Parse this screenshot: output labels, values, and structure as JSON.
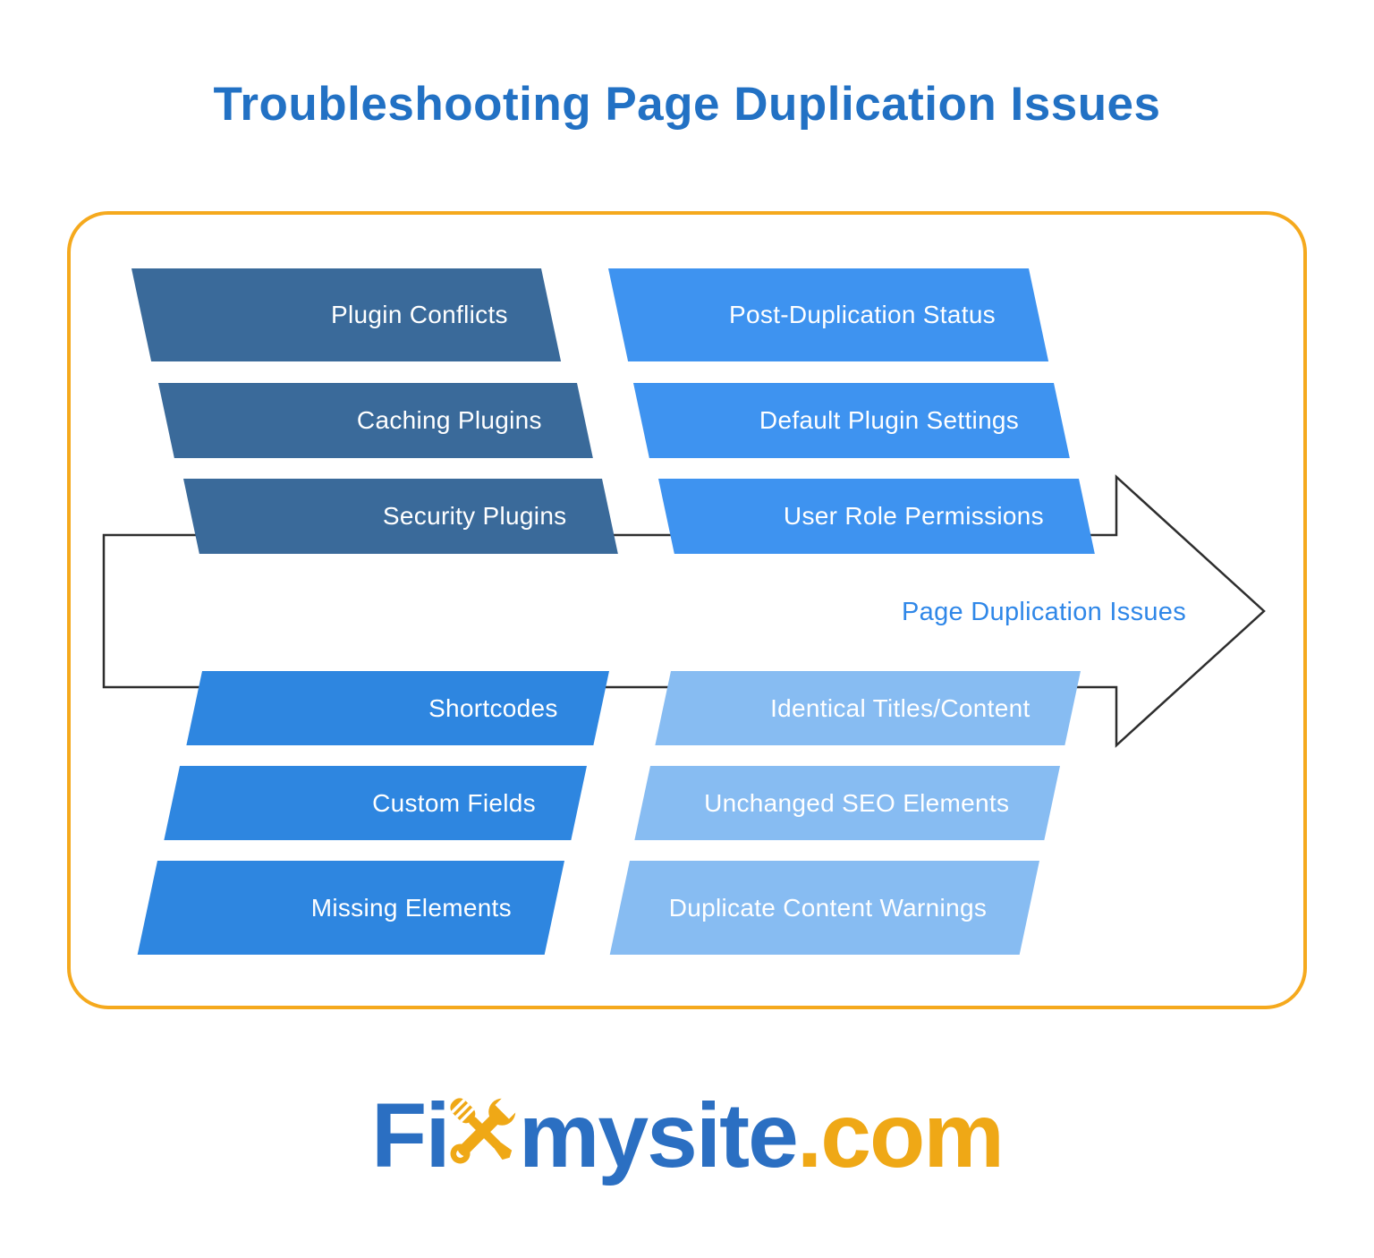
{
  "title": "Troubleshooting Page Duplication Issues",
  "arrow_label": "Page Duplication Issues",
  "groups": {
    "top_left": {
      "color": "#3a6a9a",
      "items": [
        "Plugin Conflicts",
        "Caching Plugins",
        "Security Plugins"
      ]
    },
    "top_right": {
      "color": "#3e93f0",
      "items": [
        "Post-Duplication Status",
        "Default Plugin Settings",
        "User Role Permissions"
      ]
    },
    "bottom_left": {
      "color": "#2e86e0",
      "items": [
        "Shortcodes",
        "Custom Fields",
        "Missing Elements"
      ]
    },
    "bottom_right": {
      "color": "#87bcf2",
      "items": [
        "Identical Titles/Content",
        "Unchanged SEO Elements",
        "Duplicate Content Warnings"
      ]
    }
  },
  "logo": {
    "part1": "Fi",
    "part2": "mysite",
    "part3": ".com",
    "icon": "wrench-screwdriver-x-icon",
    "blue": "#2b6fc2",
    "gold": "#efa816"
  },
  "colors": {
    "title_blue": "#2271c4",
    "panel_border_gold": "#f5a91d",
    "arrow_outline": "#2e2e2e",
    "arrow_label_blue": "#2f87e8",
    "box_text": "#ffffff"
  }
}
